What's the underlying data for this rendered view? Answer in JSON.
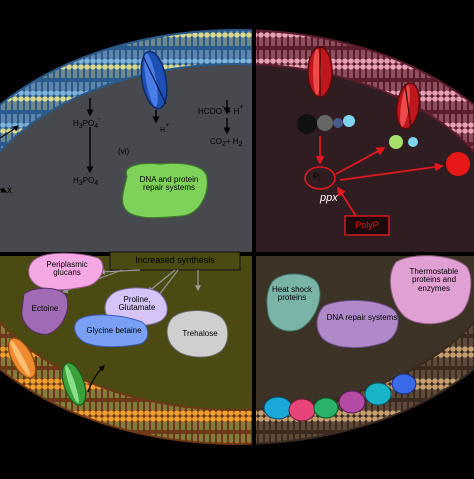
{
  "q1": {
    "numeral": "(vi)",
    "repair": "DNA and protein repair systems",
    "h3po4_a": "H3PO4-",
    "h3po4_b": "H3PO4",
    "hplus": "H+",
    "hcoo": "HCOO- + H+",
    "co2": "CO2+ H2",
    "ax": "ẋ"
  },
  "q2": {
    "pi": "Pi",
    "ppx": "ppx",
    "polyp": "PolyP"
  },
  "q3": {
    "increased": "Increased synthesis",
    "periplasmic": "Periplasmic glucans",
    "ectoine": "Ectoine",
    "proline": "Proline, Glutamate",
    "glycine": "Glycine betaine",
    "trehalose": "Trehalose"
  },
  "q4": {
    "heatshock": "Heat shock proteins",
    "dna_repair": "DNA repair systems",
    "thermo": "Thermostable proteins and enzymes"
  },
  "colors": {
    "q1_bg": "#47494e",
    "q2_bg": "#301d22",
    "q3_bg": "#4a4a12",
    "q4_bg": "#3c3326",
    "accent_red": "#e0191e"
  }
}
